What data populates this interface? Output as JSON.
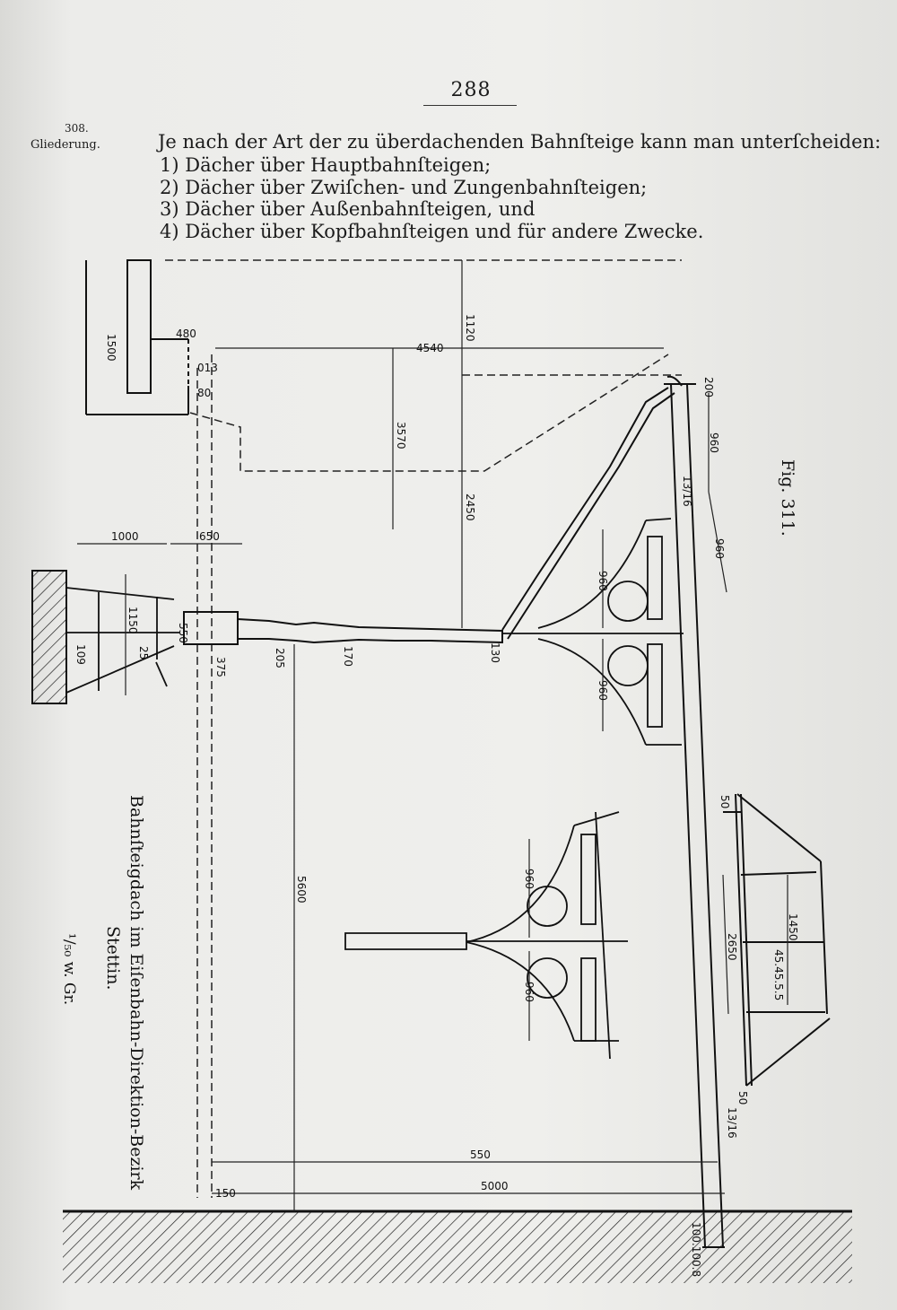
{
  "page": {
    "number": "288",
    "margin_number": "308.",
    "margin_label": "Gliederung.",
    "intro": "Je nach der Art der zu überdachenden Bahnſteige kann man unterſcheiden:",
    "items": [
      "1) Dächer über Hauptbahnſteigen;",
      "2) Dächer über Zwiſchen- und Zungenbahnſteigen;",
      "3) Dächer über Außenbahnſteigen, und",
      "4) Dächer über Kopfbahnſteigen und für andere Zwecke."
    ]
  },
  "figure": {
    "label": "Fig. 311.",
    "caption_line1": "Bahnſteigdach im Eiſenbahn-Direktion-Bezirk",
    "caption_line2": "Stettin.",
    "scale": "¹/₅₀ w. Gr.",
    "dimensions": {
      "d1500": "1500",
      "d480": "480",
      "d013": "013",
      "d80": "80",
      "d4540": "4540",
      "d1120": "1120",
      "d3570": "3570",
      "d2450": "2450",
      "d200": "200",
      "d960a": "960",
      "d13_16": "13/16",
      "d960b": "960",
      "d1000": "1000",
      "d650": "650",
      "d960c": "960",
      "d1150": "1150",
      "d550": "550",
      "d25": "25",
      "d109": "109",
      "d375": "375",
      "d205": "205",
      "d170": "170",
      "d130": "130",
      "d960d": "960",
      "d50a": "50",
      "d960e": "960",
      "d1450": "1450",
      "d2650": "2650",
      "d45455": "45.45.5.5",
      "d960f": "960",
      "d5600": "5600",
      "d50b": "50",
      "d13_16b": "13/16",
      "d550b": "550",
      "d5000": "5000",
      "d150": "150",
      "d100_100": "100.100.8"
    }
  }
}
